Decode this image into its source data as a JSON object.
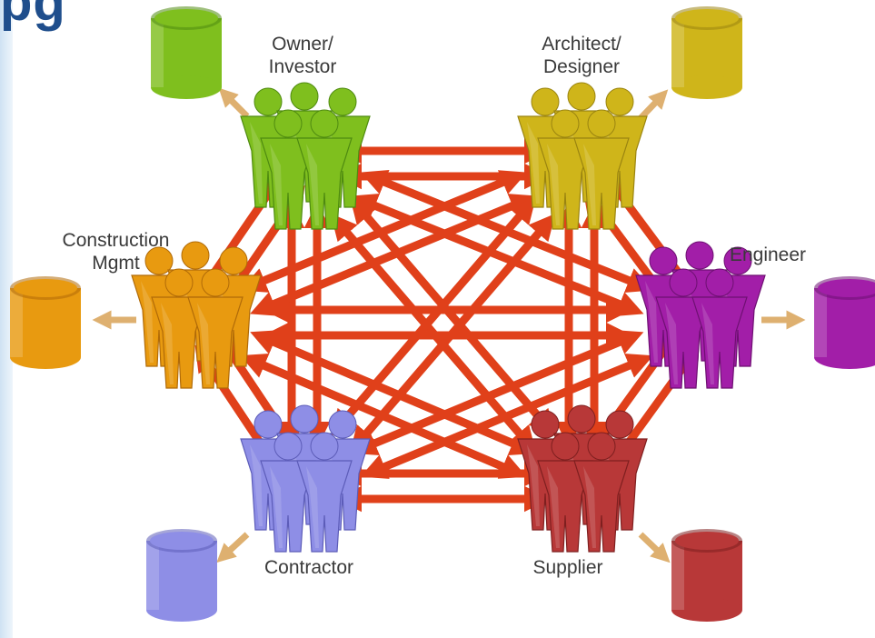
{
  "heading_fragment": "pg",
  "stakeholders": [
    {
      "id": "owner",
      "label": "Owner/\nInvestor",
      "color": "#7fbf1e",
      "dark": "#4e8a10",
      "icon": "people-group-icon",
      "db": "database-icon"
    },
    {
      "id": "architect",
      "label": "Architect/\nDesigner",
      "color": "#cfb51a",
      "dark": "#9a8410",
      "icon": "people-group-icon",
      "db": "database-icon"
    },
    {
      "id": "construction",
      "label": "Construction\nMgmt",
      "color": "#e89a10",
      "dark": "#b06a08",
      "icon": "people-group-icon",
      "db": "database-icon"
    },
    {
      "id": "engineer",
      "label": "Engineer",
      "color": "#a21ea8",
      "dark": "#6e1072",
      "icon": "people-group-icon",
      "db": "database-icon"
    },
    {
      "id": "contractor",
      "label": "Contractor",
      "color": "#8e8ee6",
      "dark": "#5c5cb8",
      "icon": "people-group-icon",
      "db": "database-icon"
    },
    {
      "id": "supplier",
      "label": "Supplier",
      "color": "#b83838",
      "dark": "#7e1f1f",
      "icon": "people-group-icon",
      "db": "database-icon"
    }
  ],
  "colors": {
    "connector": "#e0401a",
    "db_arrow": "#deb070"
  }
}
